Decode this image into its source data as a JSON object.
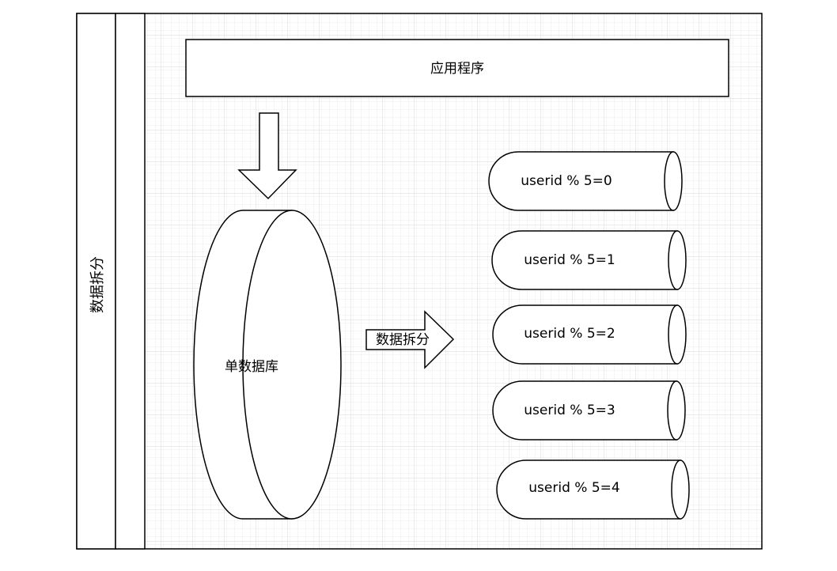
{
  "swimlane": {
    "title": "数据拆分"
  },
  "app": {
    "label": "应用程序"
  },
  "single_db": {
    "label": "单数据库"
  },
  "split_arrow": {
    "label": "数据拆分"
  },
  "shards": [
    {
      "label": "userid % 5=0"
    },
    {
      "label": "userid % 5=1"
    },
    {
      "label": "userid % 5=2"
    },
    {
      "label": "userid % 5=3"
    },
    {
      "label": "userid % 5=4"
    }
  ],
  "colors": {
    "stroke": "#000000",
    "fill": "#ffffff",
    "grid_minor": "#ececec",
    "grid_major": "#d7d7d7"
  }
}
